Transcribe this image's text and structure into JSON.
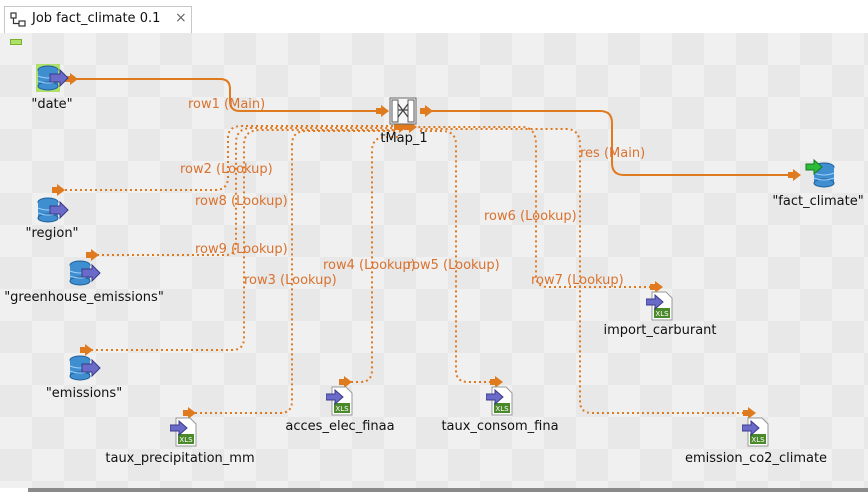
{
  "tab": {
    "title": "Job fact_climate 0.1",
    "close_symbol": "×"
  },
  "colors": {
    "link": "#e07a1f",
    "canvas": "#f0f0f0",
    "db_blue": "#3e8ed0",
    "xls_green": "#4a8a2b",
    "tmap_output": "#2bbd3a"
  },
  "components": {
    "date": {
      "label": "\"date\"",
      "icon": "database-input-icon"
    },
    "region": {
      "label": "\"region\"",
      "icon": "database-input-icon"
    },
    "greenhouse_emissions": {
      "label": "\"greenhouse_emissions\"",
      "icon": "database-input-icon"
    },
    "emissions": {
      "label": "\"emissions\"",
      "icon": "database-input-icon"
    },
    "taux_precipitation_mm": {
      "label": "taux_precipitation_mm",
      "icon": "excel-input-icon"
    },
    "acces_elec_finaa": {
      "label": "acces_elec_finaa",
      "icon": "excel-input-icon"
    },
    "taux_consom_fina": {
      "label": "taux_consom_fina",
      "icon": "excel-input-icon"
    },
    "import_carburant": {
      "label": "import_carburant",
      "icon": "excel-input-icon"
    },
    "emission_co2_climate": {
      "label": "emission_co2_climate",
      "icon": "excel-input-icon"
    },
    "tmap": {
      "label": "tMap_1",
      "icon": "tmap-icon"
    },
    "fact_climate": {
      "label": "\"fact_climate\"",
      "icon": "database-output-icon"
    }
  },
  "links": {
    "row1": "row1 (Main)",
    "row2": "row2 (Lookup)",
    "row3": "row3 (Lookup)",
    "row4": "row4 (Lookup)",
    "row5": "row5 (Lookup)",
    "row6": "row6 (Lookup)",
    "row7": "row7 (Lookup)",
    "row8": "row8 (Lookup)",
    "row9": "row9 (Lookup)",
    "res": "res (Main)"
  },
  "xls_text": "XLS"
}
